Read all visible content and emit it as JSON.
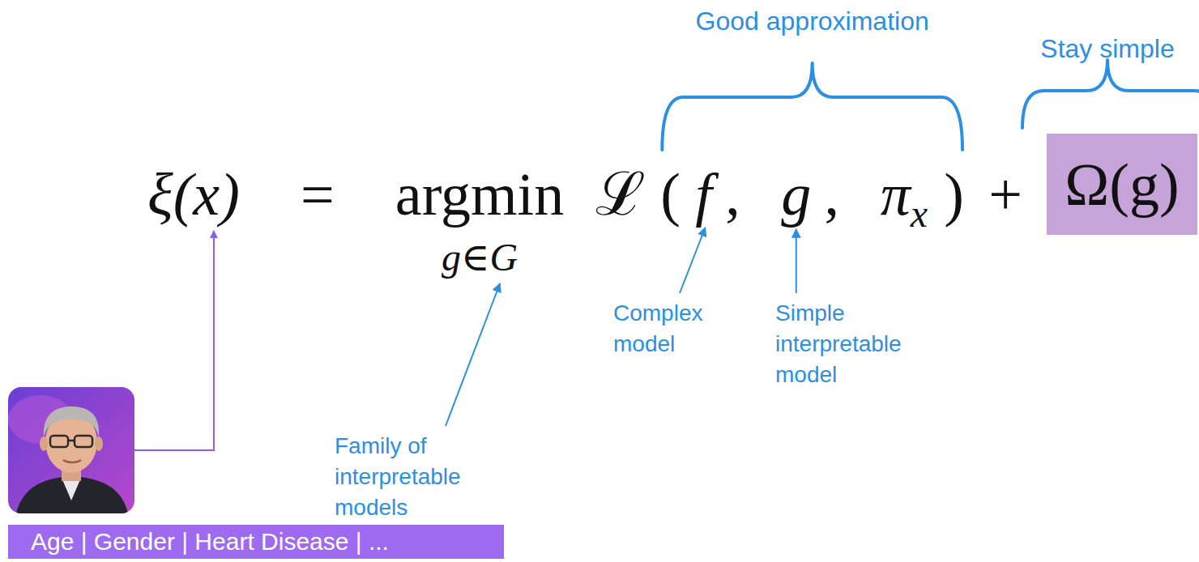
{
  "diagram": {
    "nodes": [
      {
        "text": [
          "Ω(g)"
        ]
      },
      {
        "text": [
          "Age | Gender | Heart Disease | ..."
        ]
      }
    ],
    "labels": [
      "Good approximation",
      "Stay simple",
      "ξ(x)",
      "=",
      "argmin",
      "g∈G",
      "ℒ",
      "(",
      "f",
      ",",
      "g",
      ",",
      "π",
      "x",
      ")",
      "+",
      "Complex model",
      "Simple interpretable model",
      "Family of interpretable models"
    ]
  }
}
